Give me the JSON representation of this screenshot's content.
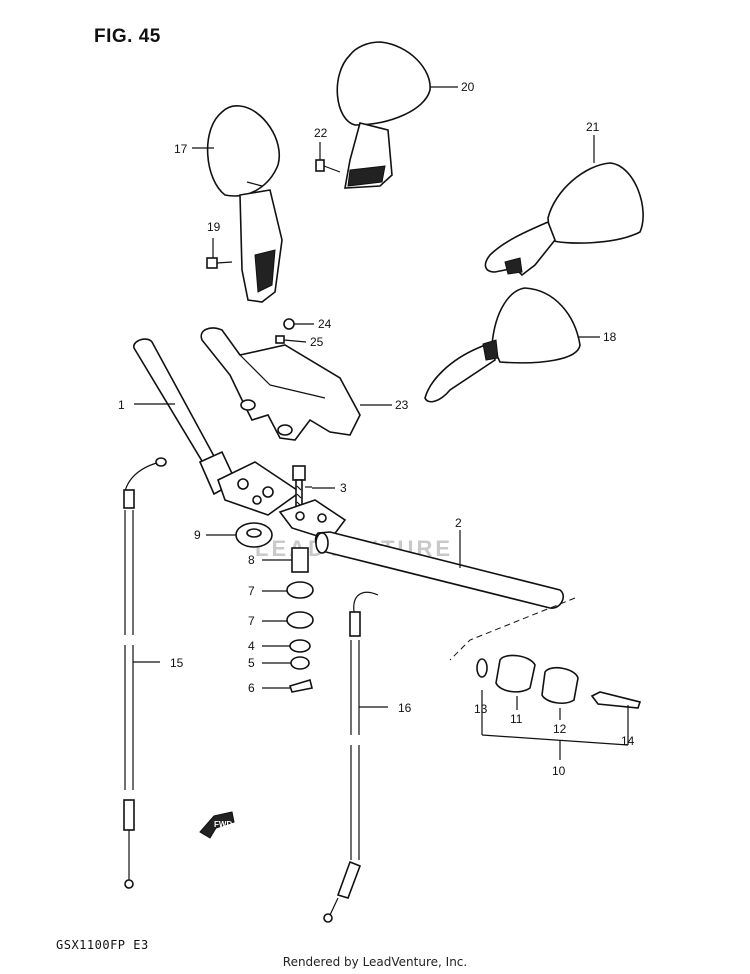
{
  "figure": {
    "title": "FIG. 45",
    "model": "GSX1100FP  E3",
    "footer": "Rendered by LeadVenture, Inc.",
    "watermark": "LEADVENTURE",
    "fwd_label": "FWD"
  },
  "part_labels": [
    {
      "id": "1"
    },
    {
      "id": "2"
    },
    {
      "id": "3"
    },
    {
      "id": "4"
    },
    {
      "id": "5"
    },
    {
      "id": "6"
    },
    {
      "id": "7"
    },
    {
      "id": "7"
    },
    {
      "id": "8"
    },
    {
      "id": "9"
    },
    {
      "id": "10"
    },
    {
      "id": "11"
    },
    {
      "id": "12"
    },
    {
      "id": "13"
    },
    {
      "id": "14"
    },
    {
      "id": "15"
    },
    {
      "id": "16"
    },
    {
      "id": "17"
    },
    {
      "id": "18"
    },
    {
      "id": "19"
    },
    {
      "id": "20"
    },
    {
      "id": "21"
    },
    {
      "id": "22"
    },
    {
      "id": "23"
    },
    {
      "id": "24"
    },
    {
      "id": "25"
    }
  ]
}
